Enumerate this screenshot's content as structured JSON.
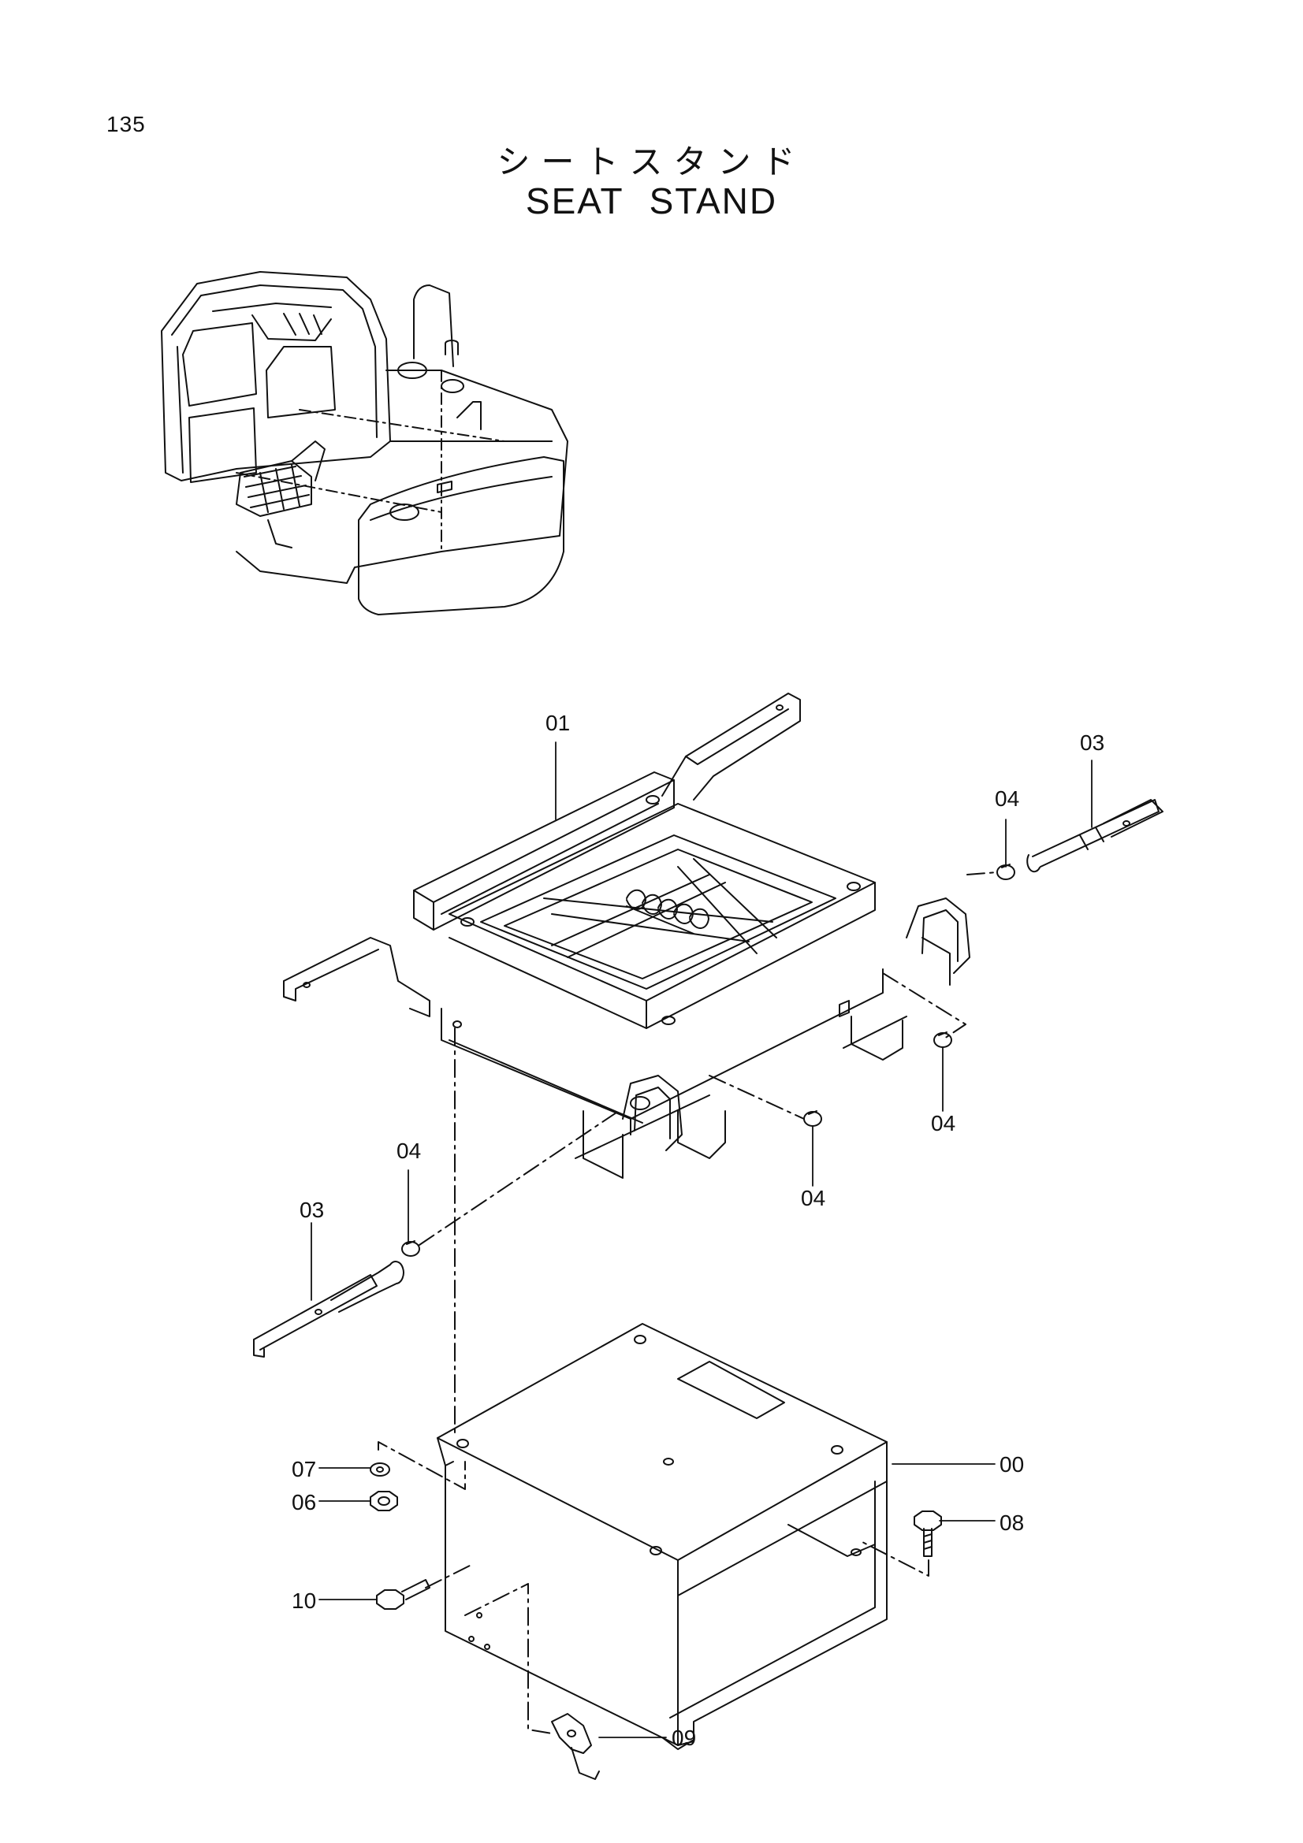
{
  "header": {
    "page_number": "135",
    "title_japanese": "シートスタンド",
    "title_english": "SEAT STAND"
  },
  "callouts": {
    "c00": "00",
    "c01": "01",
    "c03_right": "03",
    "c03_left": "03",
    "c04_top_right": "04",
    "c04_mid_right": "04",
    "c04_mid": "04",
    "c04_left": "04",
    "c06": "06",
    "c07": "07",
    "c08": "08",
    "c09": "09",
    "c10": "10"
  },
  "colors": {
    "ink": "#111111",
    "paper": "#ffffff"
  }
}
